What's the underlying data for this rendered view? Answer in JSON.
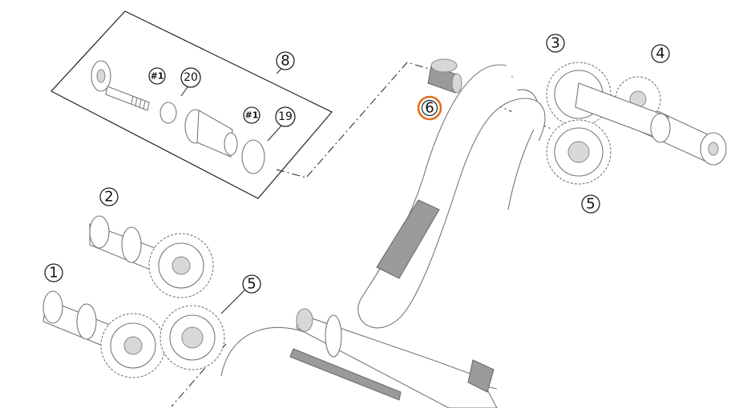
{
  "diagram": {
    "callouts": [
      {
        "id": "part-1",
        "text": "1",
        "highlighted": false
      },
      {
        "id": "part-2",
        "text": "2",
        "highlighted": false
      },
      {
        "id": "part-3",
        "text": "3",
        "highlighted": false
      },
      {
        "id": "part-4",
        "text": "4",
        "highlighted": false
      },
      {
        "id": "part-5-left",
        "text": "5",
        "highlighted": false
      },
      {
        "id": "part-5-right",
        "text": "5",
        "highlighted": false
      },
      {
        "id": "part-6",
        "text": "6",
        "highlighted": true
      },
      {
        "id": "part-8",
        "text": "8",
        "highlighted": false
      },
      {
        "id": "part-19",
        "text": "19",
        "highlighted": false
      },
      {
        "id": "part-20",
        "text": "20",
        "highlighted": false
      },
      {
        "id": "note-1a",
        "text": "#1",
        "highlighted": false
      },
      {
        "id": "note-1b",
        "text": "#1",
        "highlighted": false
      }
    ],
    "colors": {
      "highlight": "#e07020",
      "outline": "#222222",
      "part_stroke": "#777777",
      "background": "#ffffff"
    }
  }
}
